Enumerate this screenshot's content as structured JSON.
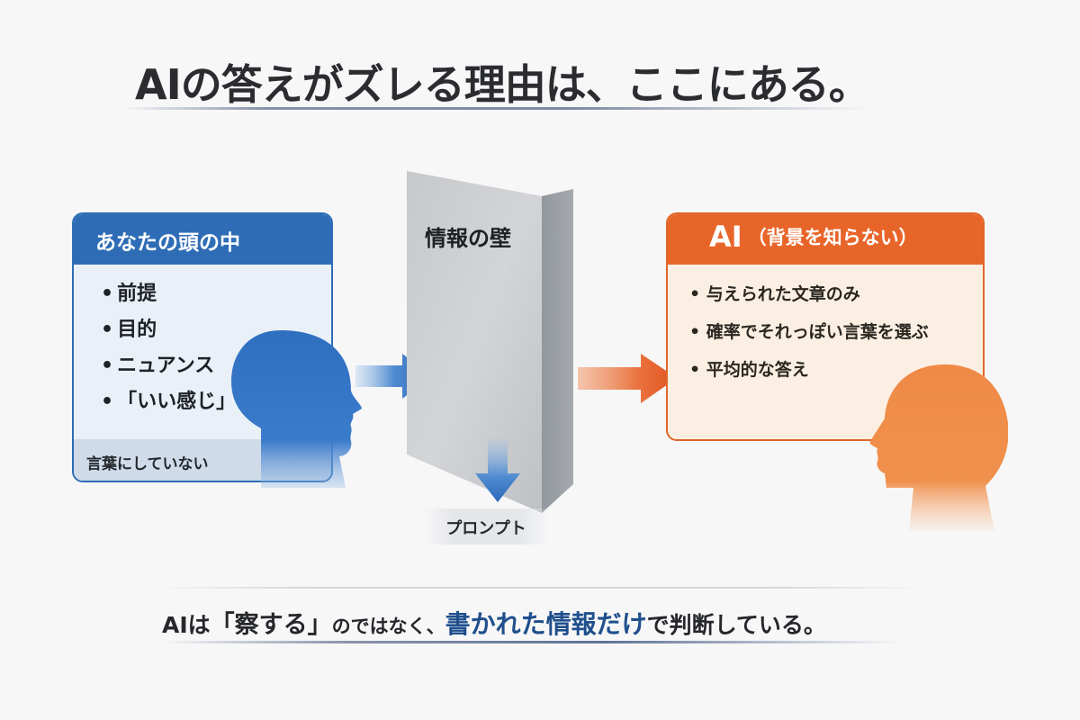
{
  "title": "AIの答えがズレる理由は、ここにある。",
  "left_panel": {
    "header": "あなたの頭の中",
    "items": [
      "前提",
      "目的",
      "ニュアンス",
      "「いい感じ」"
    ],
    "bullet": "•",
    "footer": "言葉にしていない",
    "color": "#2e6db6"
  },
  "wall": {
    "label": "情報の壁",
    "output_label": "プロンプト"
  },
  "right_panel": {
    "header_main": "AI",
    "header_sub": "（背景を知らない）",
    "items": [
      "与えられた文章のみ",
      "確率でそれっぽい言葉を選ぶ",
      "平均的な答え"
    ],
    "bullet": "•",
    "color": "#e8652a"
  },
  "icons": {
    "left_head": "human-head-silhouette-blue",
    "right_head": "human-head-silhouette-orange",
    "arrow_in": "arrow-right-blue",
    "arrow_out": "arrow-right-orange",
    "arrow_down": "arrow-down-blue"
  },
  "conclusion": {
    "part1": "AIは",
    "part2": "「察する」",
    "part3": "のではなく、",
    "emphasis": "書かれた情報だけ",
    "part4": "で判断している。",
    "emphasis_color": "#1f4f8c"
  }
}
